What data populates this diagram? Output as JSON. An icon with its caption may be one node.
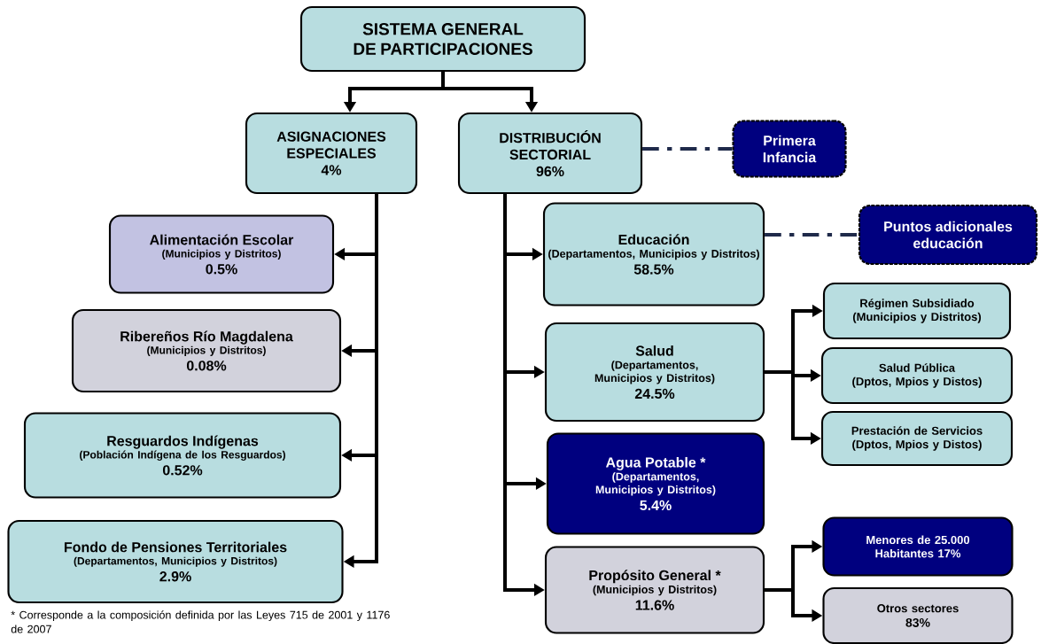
{
  "diagram": {
    "nodes": [
      {
        "text": [
          "SISTEMA GENERAL DE PARTICIPACIONES"
        ]
      },
      {
        "text": [
          "ASIGNACIONES ESPECIALES",
          "4%"
        ]
      },
      {
        "text": [
          "DISTRIBUCIÓN SECTORIAL",
          "96%"
        ]
      },
      {
        "text": [
          "Primera Infancia"
        ]
      },
      {
        "text": [
          "Alimentación Escolar",
          "(Municipios y Distritos)",
          "0.5%"
        ]
      },
      {
        "text": [
          "Ribereños Río Magdalena",
          "(Municipios y Distritos)",
          "0.08%"
        ]
      },
      {
        "text": [
          "Resguardos Indígenas",
          "(Población Indígena de los Resguardos)",
          "0.52%"
        ]
      },
      {
        "text": [
          "Fondo de Pensiones Territoriales",
          "(Departamentos, Municipios y Distritos)",
          "2.9%"
        ]
      },
      {
        "text": [
          "Educación",
          "(Departamentos, Municipios y Distritos)",
          "58.5%"
        ]
      },
      {
        "text": [
          "Puntos adicionales educación"
        ]
      },
      {
        "text": [
          "Salud",
          "(Departamentos, Municipios y Distritos)",
          "24.5%"
        ]
      },
      {
        "text": [
          "Régimen Subsidiado",
          "(Municipios y Distritos)"
        ]
      },
      {
        "text": [
          "Salud Pública",
          "(Dptos, Mpios y Distos)"
        ]
      },
      {
        "text": [
          "Prestación de Servicios",
          "(Dptos, Mpios y Distos)"
        ]
      },
      {
        "text": [
          "Agua Potable *",
          "(Departamentos, Municipios y Distritos)",
          "5.4%"
        ]
      },
      {
        "text": [
          "Propósito General *",
          "(Municipios y Distritos)",
          "11.6%"
        ]
      },
      {
        "text": [
          "Menores de 25.000 Habitantes 17%"
        ]
      },
      {
        "text": [
          "Otros sectores",
          "83%"
        ]
      }
    ],
    "edges": [
      {
        "from": 0,
        "to": 1,
        "arrow": "to"
      },
      {
        "from": 0,
        "to": 2,
        "arrow": "to"
      },
      {
        "from": 2,
        "to": 3,
        "arrow": "none",
        "style": "dashed",
        "color": "#1f2a4a"
      },
      {
        "from": 1,
        "to": 4,
        "arrow": "to"
      },
      {
        "from": 1,
        "to": 5,
        "arrow": "to"
      },
      {
        "from": 1,
        "to": 6,
        "arrow": "to"
      },
      {
        "from": 1,
        "to": 7,
        "arrow": "to"
      },
      {
        "from": 2,
        "to": 8,
        "arrow": "to"
      },
      {
        "from": 2,
        "to": 10,
        "arrow": "to"
      },
      {
        "from": 2,
        "to": 14,
        "arrow": "to"
      },
      {
        "from": 2,
        "to": 15,
        "arrow": "to"
      },
      {
        "from": 8,
        "to": 9,
        "arrow": "none",
        "style": "dashed",
        "color": "#1f2a4a"
      },
      {
        "from": 10,
        "to": 11,
        "arrow": "to"
      },
      {
        "from": 10,
        "to": 12,
        "arrow": "to"
      },
      {
        "from": 10,
        "to": 13,
        "arrow": "to"
      },
      {
        "from": 15,
        "to": 16,
        "arrow": "to"
      },
      {
        "from": 15,
        "to": 17,
        "arrow": "to"
      }
    ],
    "labels": [
      "* Corresponde a la composición definida por las Leyes 715 de 2001 y 1176 de 2007"
    ]
  }
}
